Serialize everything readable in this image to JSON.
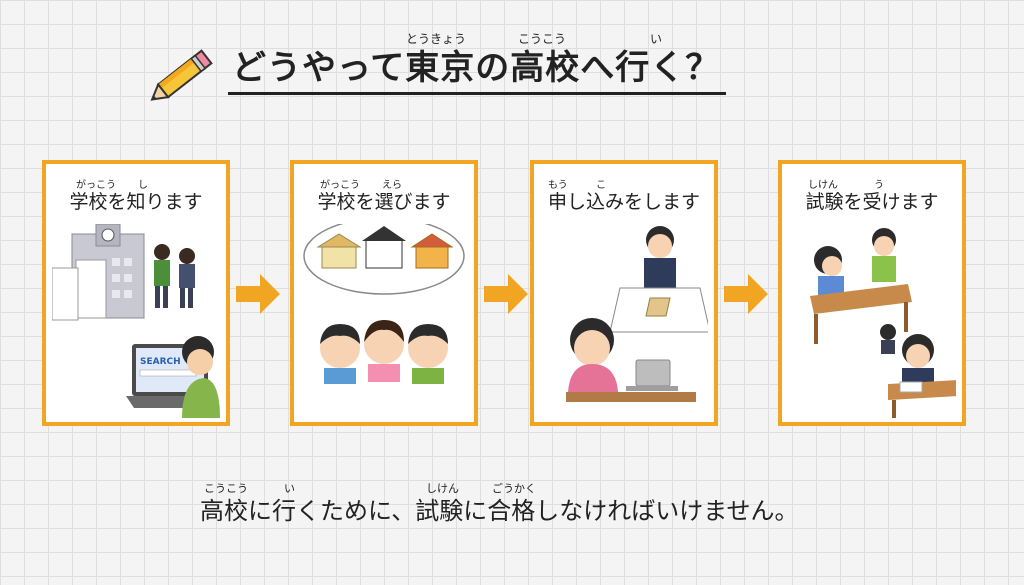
{
  "header": {
    "title": "どうやって東京の高校へ行く？",
    "ruby": {
      "tokyo": "とうきょう",
      "koukou": "こうこう",
      "iku": "い"
    }
  },
  "steps": [
    {
      "ruby": [
        "がっこう",
        "し"
      ],
      "label": "学校を知ります"
    },
    {
      "ruby": [
        "がっこう",
        "えら"
      ],
      "label": "学校を選びます"
    },
    {
      "ruby": [
        "もう",
        "こ"
      ],
      "label": "申し込みをします"
    },
    {
      "ruby": [
        "しけん",
        "う"
      ],
      "label": "試験を受けます"
    }
  ],
  "illustration_text": {
    "search": "SEARCH"
  },
  "footer": {
    "text": "高校に行くために、試験に合格しなければいけません。",
    "ruby": {
      "koukou": "こうこう",
      "iku": "い",
      "shiken": "しけん",
      "goukaku": "ごうかく"
    }
  },
  "colors": {
    "accent": "#f0a623",
    "grid": "#dedede",
    "background": "#f4f4f4"
  },
  "icons": {
    "title": "pencil-icon",
    "connector": "arrow-right-icon"
  }
}
